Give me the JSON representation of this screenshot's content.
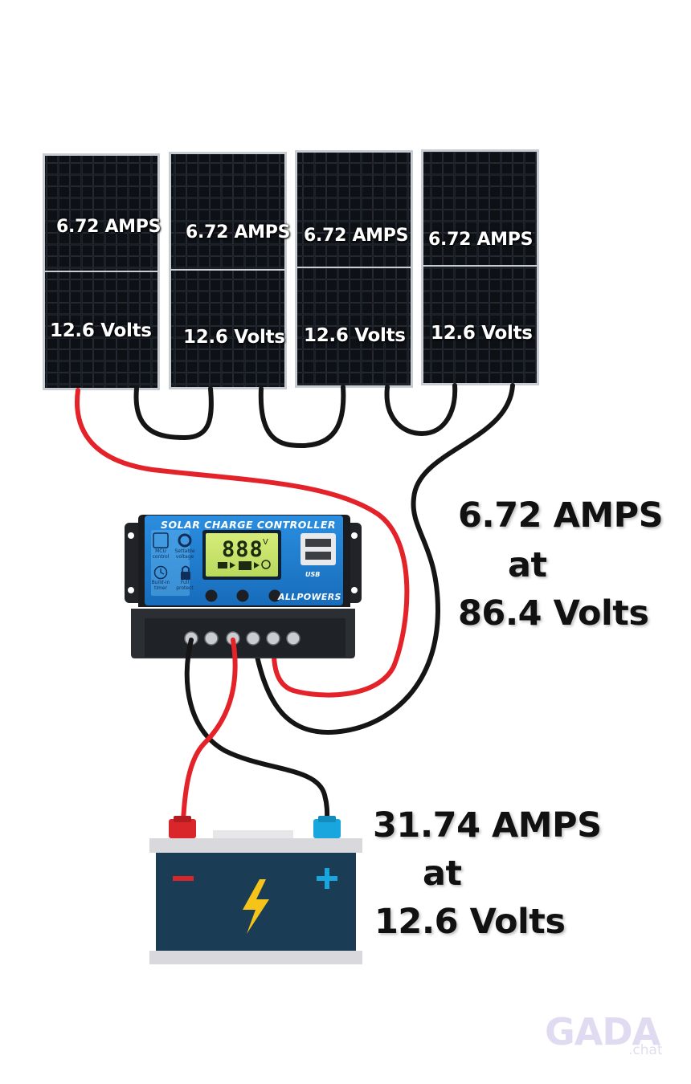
{
  "panels": [
    {
      "amps": "6.72 AMPS",
      "volts": "12.6 Volts"
    },
    {
      "amps": "6.72 AMPS",
      "volts": "12.6 Volts"
    },
    {
      "amps": "6.72 AMPS",
      "volts": "12.6 Volts"
    },
    {
      "amps": "6.72 AMPS",
      "volts": "12.6 Volts"
    }
  ],
  "array_output": {
    "amps": "6.72 AMPS",
    "at": "at",
    "volts": "86.4 Volts"
  },
  "battery_output": {
    "amps": "31.74 AMPS",
    "at": "at",
    "volts": "12.6 Volts"
  },
  "controller": {
    "title": "SOLAR CHARGE CONTROLLER",
    "display": "888",
    "display_unit": "V",
    "brand": "ALLPOWERS",
    "usb_label": "USB",
    "icon_captions": [
      "MCU control",
      "Settable voltage",
      "Build-in timer",
      "Full protect"
    ]
  },
  "battery": {
    "negative": "−",
    "positive": "+"
  },
  "watermark": {
    "main": "GADA",
    "sub": ".chat"
  },
  "colors": {
    "positive_wire": "#e42229",
    "negative_wire": "#151515",
    "controller_blue": "#1f7fd0",
    "battery_body": "#1a3d55",
    "bolt": "#f6c31a"
  }
}
